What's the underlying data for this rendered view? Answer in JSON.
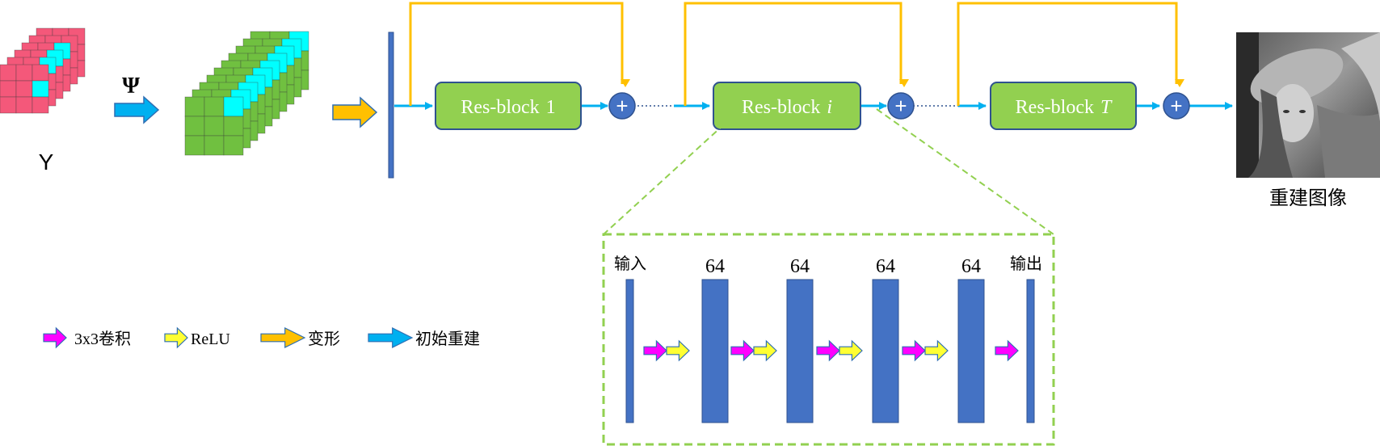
{
  "labels": {
    "input_symbol": "Y",
    "psi_symbol": "Ψ",
    "output_caption": "重建图像",
    "detail_input": "输入",
    "detail_output": "输出"
  },
  "blocks": [
    {
      "prefix": "Res-block",
      "index": "1",
      "index_italic": false
    },
    {
      "prefix": "Res-block",
      "index": "i",
      "index_italic": true
    },
    {
      "prefix": "Res-block",
      "index": "T",
      "index_italic": true
    }
  ],
  "plus_symbol": "+",
  "channels": [
    "64",
    "64",
    "64",
    "64"
  ],
  "legend": [
    {
      "label": "3x3卷积",
      "color": "#ff00ff",
      "icon": "arrow-icon"
    },
    {
      "label": "ReLU",
      "color": "#ffff33",
      "icon": "arrow-icon"
    },
    {
      "label": "变形",
      "color": "#ffc000",
      "icon": "arrow-icon"
    },
    {
      "label": "初始重建",
      "color": "#00b0f0",
      "icon": "arrow-icon"
    }
  ],
  "colors": {
    "block_fill": "#92d050",
    "block_stroke": "#2f528f",
    "skip_line": "#ffc000",
    "flow_line": "#00b0f0",
    "bar_fill": "#4472c4",
    "adder_fill": "#4472c4",
    "dashed_frame": "#92d050",
    "cube_pink": "#f4587a",
    "cube_cyan": "#00ffff",
    "cube_green": "#70c040"
  }
}
